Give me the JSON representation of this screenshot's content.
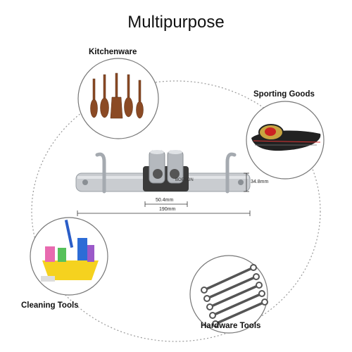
{
  "title": "Multipurpose",
  "categories": {
    "kitchenware": "Kitchenware",
    "sporting_goods": "Sporting Goods",
    "cleaning_tools": "Cleaning Tools",
    "hardware_tools": "Hardware Tools"
  },
  "dimensions": {
    "height": "34.8mm",
    "clamp_width": "50.4mm",
    "total_length": "190mm"
  },
  "brand_text": "BOESON",
  "colors": {
    "circle_stroke": "#777777",
    "dotted_ring": "#999999",
    "wood": "#8b4a24",
    "steel": "#c9ccd0",
    "clamp": "#3a3a3a"
  }
}
